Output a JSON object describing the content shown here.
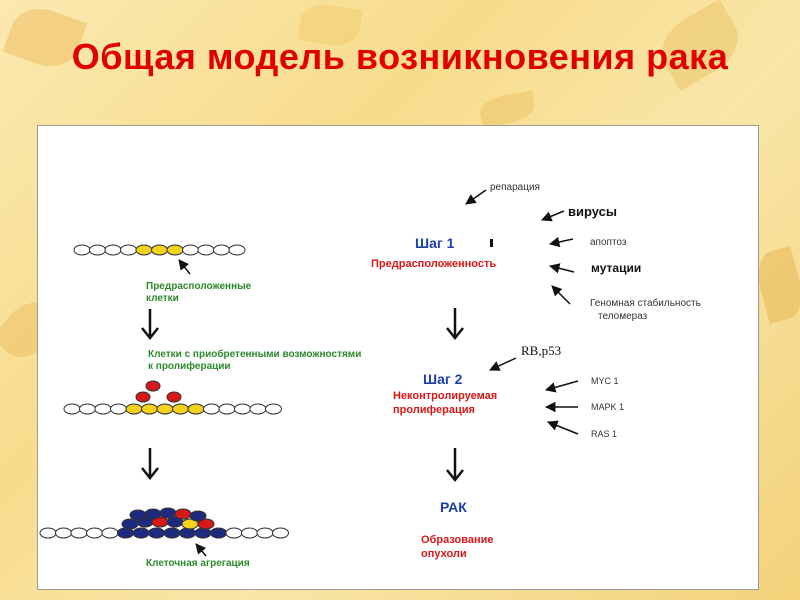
{
  "slide": {
    "title": "Общая модель возникновения рака"
  },
  "diagram": {
    "left_labels": {
      "predisposed": [
        "Предрасположенные",
        "клетки"
      ],
      "acquired": [
        "Клетки с приобретенными  возможностями",
        "к пролиферации"
      ],
      "aggregation": "Клеточная агрегация"
    },
    "step1": {
      "title": "Шаг 1",
      "subtitle": "Предрасположенность",
      "factors": {
        "repair": "репарация",
        "viruses": "вирусы",
        "apoptosis": "апоптоз",
        "mutations": "мутации",
        "genome": [
          "Геномная стабильность",
          "теломераз"
        ]
      }
    },
    "step2": {
      "title": "Шаг 2",
      "subtitle": [
        "Неконтролируемая",
        "пролиферация"
      ],
      "factors": {
        "rb": "RB,p53",
        "myc": "MYC 1",
        "mapk": "MAPK 1",
        "ras": "RAS 1"
      }
    },
    "result": {
      "title": "РАК",
      "subtitle": [
        "Образование",
        "опухоли"
      ]
    },
    "colors": {
      "normal_cell": "#ffffff",
      "predisposed_cell": "#f2d21b",
      "red_cell": "#d81818",
      "dark_cell": "#1d2a80",
      "title": "#e00000"
    }
  }
}
